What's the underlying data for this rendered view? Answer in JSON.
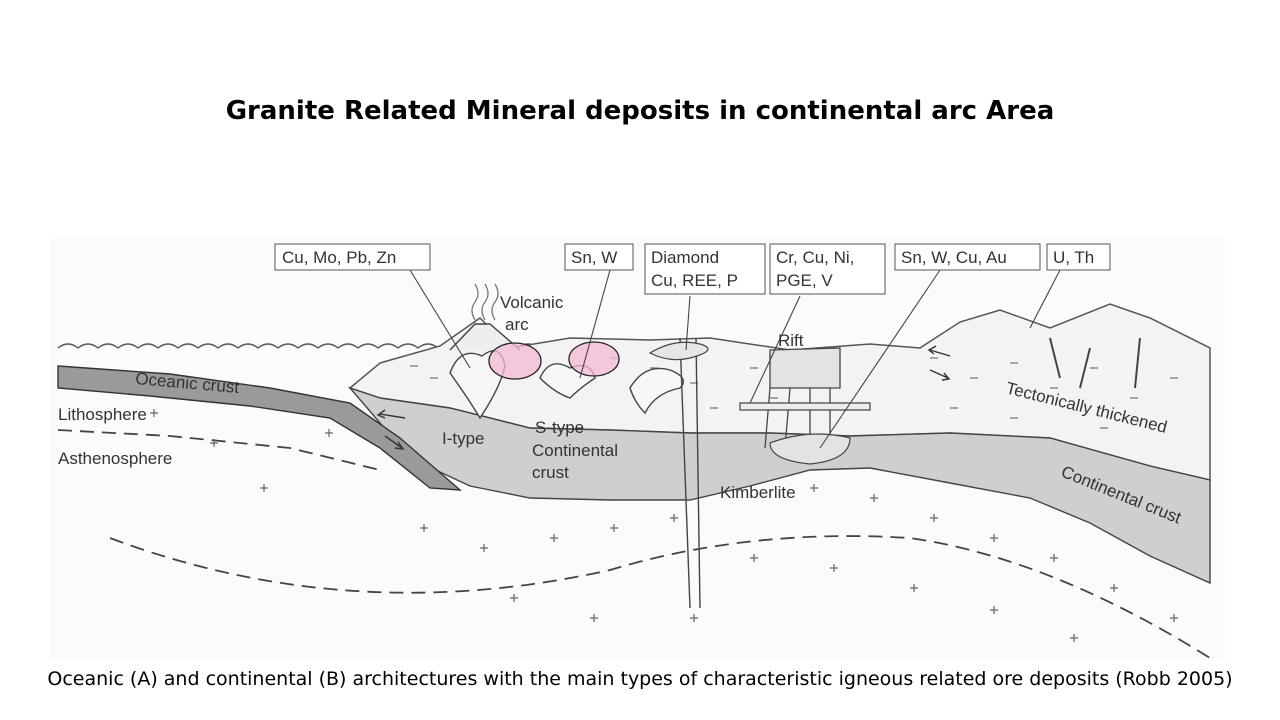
{
  "title": "Granite Related Mineral deposits in continental arc Area",
  "caption": "Oceanic (A) and continental (B) architectures with the main types of characteristic igneous related ore deposits (Robb 2005)",
  "diagram": {
    "boxes": {
      "cu_mo_pb_zn": "Cu, Mo, Pb, Zn",
      "sn_w": "Sn, W",
      "diamond_line1": "Diamond",
      "diamond_line2": "Cu, REE, P",
      "cr_line1": "Cr, Cu, Ni,",
      "cr_line2": "PGE, V",
      "sn_w_cu_au": "Sn, W, Cu, Au",
      "u_th": "U, Th"
    },
    "labels": {
      "volcanic_line1": "Volcanic",
      "volcanic_line2": "arc",
      "rift": "Rift",
      "oceanic_crust": "Oceanic crust",
      "lithosphere": "Lithosphere",
      "asthenosphere": "Asthenosphere",
      "i_type": "I-type",
      "s_type": "S-type",
      "continental_crust_left_1": "Continental",
      "continental_crust_left_2": "crust",
      "kimberlite": "Kimberlite",
      "tectonically_thickened": "Tectonically thickened",
      "continental_crust_right": "Continental crust"
    },
    "colors": {
      "crust_fill": "#cfcfcf",
      "line": "#444444",
      "highlight": "#f4b8d6"
    }
  }
}
